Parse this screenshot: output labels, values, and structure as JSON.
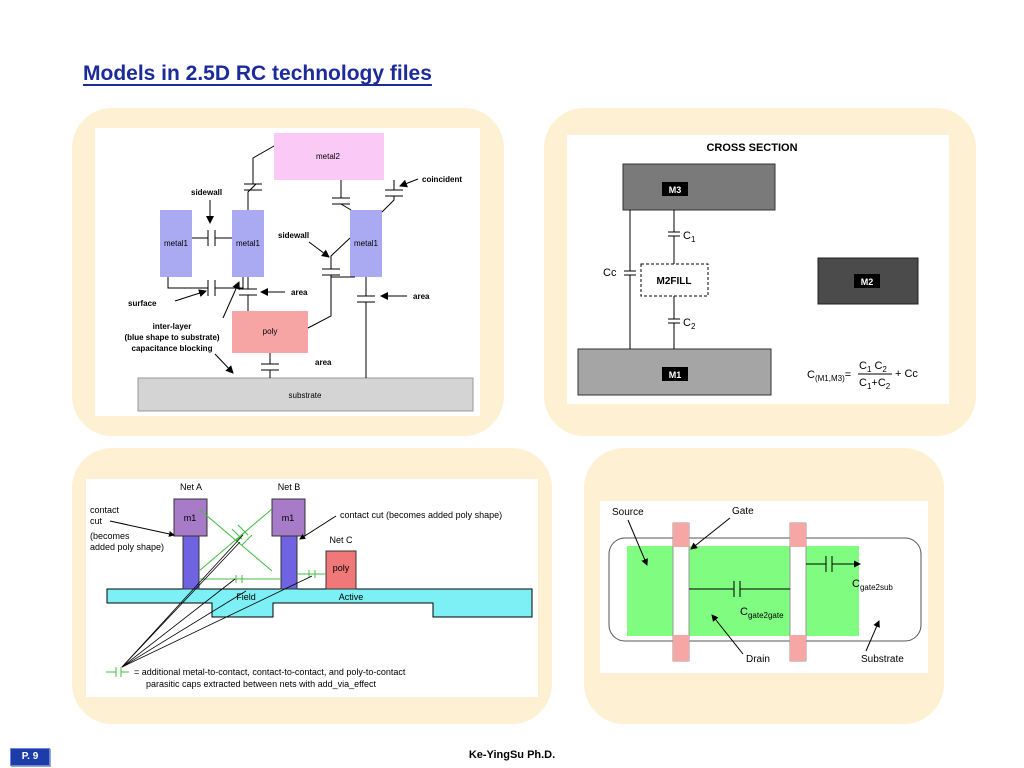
{
  "slide": {
    "title": "Models in 2.5D RC technology files",
    "page_number": "P. 9",
    "author": "Ke-YingSu  Ph.D."
  },
  "panel1": {
    "metal2": "metal2",
    "metal1_left": "metal1",
    "metal1_mid": "metal1",
    "metal1_right": "metal1",
    "poly": "poly",
    "substrate": "substrate",
    "sidewall_top": "sidewall",
    "sidewall_right": "sidewall",
    "coincident": "coincident",
    "surface": "surface",
    "area_mid": "area",
    "area_right": "area",
    "area_bottom": "area",
    "interlayer_1": "inter-layer",
    "interlayer_2": "(blue shape to substrate)",
    "interlayer_3": "capacitance blocking"
  },
  "panel2": {
    "heading": "CROSS SECTION",
    "m3": "M3",
    "m2fill": "M2FILL",
    "m2": "M2",
    "m1": "M1",
    "cc": "Cc",
    "c1": "C",
    "c1_sub": "1",
    "c2": "C",
    "c2_sub": "2",
    "formula_lhs": "C",
    "formula_lhs_sub": "(M1,M3)",
    "formula_eq": "=",
    "formula_num_1": "C",
    "formula_num_1_sub": "1",
    "formula_num_2": " C",
    "formula_num_2_sub": "2",
    "formula_den_1": "C",
    "formula_den_1_sub": "1",
    "formula_den_plus": "+C",
    "formula_den_2_sub": "2",
    "formula_tail": "+ Cc"
  },
  "panel3": {
    "net_a": "Net A",
    "net_b": "Net B",
    "net_c": "Net C",
    "m1_a": "m1",
    "m1_b": "m1",
    "poly": "poly",
    "contact_cut_1": "contact",
    "contact_cut_2": "cut",
    "becomes_1": "(becomes",
    "becomes_2": "added poly shape)",
    "contact_cut_right": "contact cut (becomes added poly shape)",
    "field": "Field",
    "active": "Active",
    "legend_line_1": "= additional metal-to-contact, contact-to-contact, and poly-to-contact",
    "legend_line_2": "parasitic caps extracted between nets with add_via_effect"
  },
  "panel4": {
    "source": "Source",
    "gate": "Gate",
    "drain": "Drain",
    "substrate": "Substrate",
    "c_gate2gate": "C",
    "c_gate2gate_sub": "gate2gate",
    "c_gate2sub": "C",
    "c_gate2sub_sub": "gate2sub"
  },
  "colors": {
    "title_blue": "#1d2b9a",
    "panel_bg": "#fdf0d3",
    "metal_blue": "#aaaaf2",
    "metal2_pink": "#fbc9f6",
    "poly_pink": "#f6a4a4",
    "substrate_gray": "#d4d4d4",
    "m3_gray": "#7a7a7a",
    "m2_dark": "#4b4b4b",
    "m1_gray": "#a5a5a5",
    "m1_purple": "#a77bc8",
    "via_blue": "#6f63e2",
    "active_cyan": "#7cf0f4",
    "poly_red": "#f07878",
    "active_green": "#80fc80",
    "gate_pink": "#f7a6a6",
    "cap_green": "#44bb44"
  }
}
